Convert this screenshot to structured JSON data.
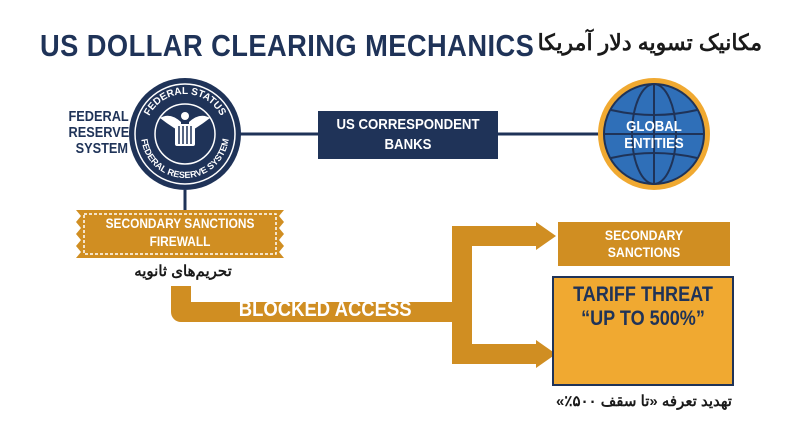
{
  "header": {
    "title": "US DOLLAR CLEARING MECHANICS",
    "title_fa": "مکانیک تسویه دلار آمریکا"
  },
  "fed": {
    "label_lines": [
      "FEDERAL",
      "RESERVE",
      "SYSTEM"
    ],
    "seal_top_text": "FEDERAL STATUS",
    "seal_bottom_text": "FEDERAL RESERVE SYSTEM"
  },
  "correspondent": {
    "lines": [
      "US CORRESPONDENT",
      "BANKS"
    ]
  },
  "global": {
    "lines": [
      "GLOBAL",
      "ENTITIES"
    ]
  },
  "firewall": {
    "lines": [
      "SECONDARY SANCTIONS",
      "FIREWALL"
    ],
    "label_fa": "تحریم‌های ثانویه"
  },
  "blocked": {
    "label": "BLOCKED ACCESS"
  },
  "secondary_box": {
    "lines": [
      "SECONDARY",
      "SANCTIONS"
    ]
  },
  "tariff": {
    "lines": [
      "TARIFF THREAT",
      "“UP TO 500%”"
    ],
    "label_fa": "تهدید تعرفه «تا سقف ۵۰۰٪»"
  },
  "colors": {
    "navy": "#1f3358",
    "orange": "#d08e22",
    "orange_light": "#f0a931",
    "globe_blue": "#2f6fb8"
  },
  "icons": [
    "fed-seal-icon",
    "globe-icon",
    "gavel-icon",
    "money-stack-icon"
  ]
}
